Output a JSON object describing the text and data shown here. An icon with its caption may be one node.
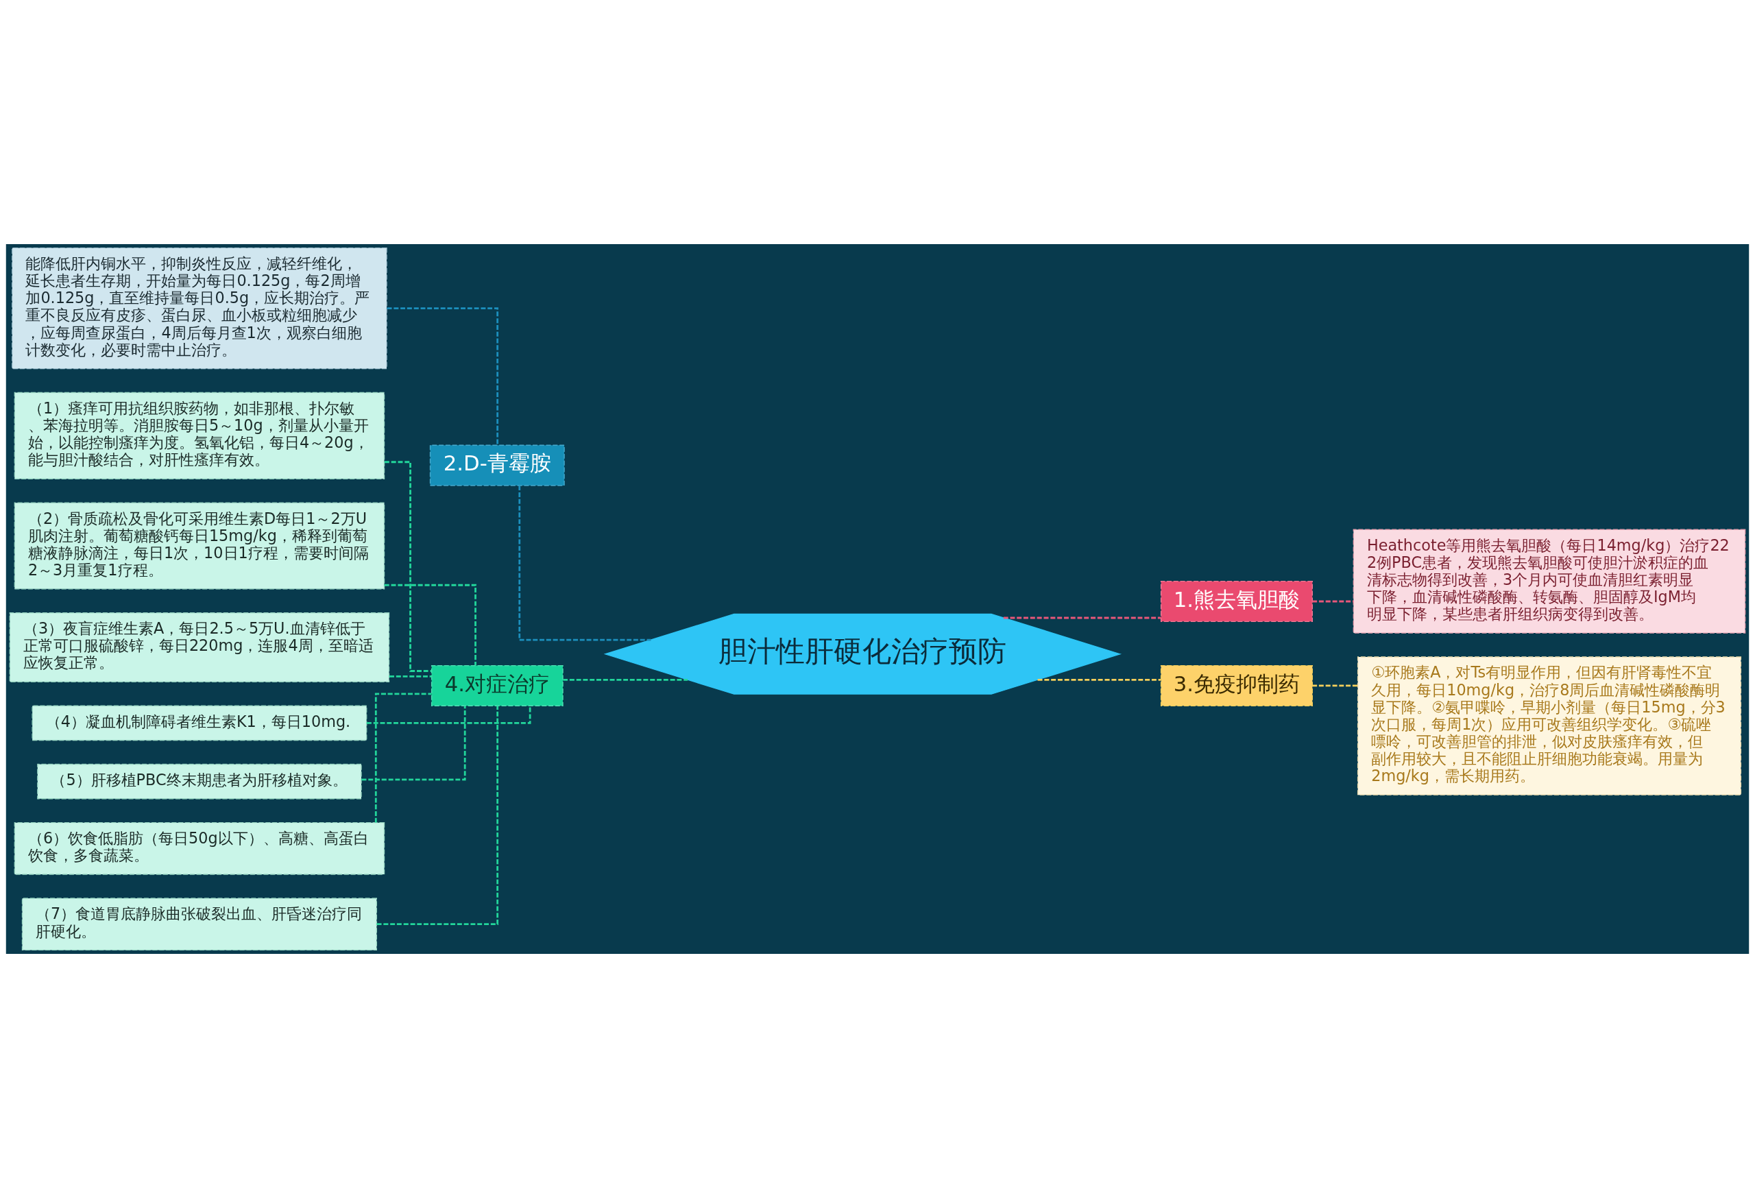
{
  "diagram": {
    "nodes": [
      {
        "text": [
          "胆汁性肝硬化治疗预防"
        ]
      },
      {
        "text": [
          "1.熊去氧胆酸"
        ]
      },
      {
        "text": [
          "Heathcote等用熊去氧胆酸（每日14mg/kg）治疗222例PBC患者，发现熊去氧胆酸可使胆汁淤积症的血清标志物得到改善，3个月内可使血清胆红素明显下降，血清碱性磷酸酶、转氨酶、胆固醇及IgM均明显下降，某些患者肝组织病变得到改善。"
        ]
      },
      {
        "text": [
          "3.免疫抑制药"
        ]
      },
      {
        "text": [
          "①环胞素A，对Ts有明显作用，但因有肝肾毒性不宜久用，每日10mg/kg，治疗8周后血清碱性磷酸酶明显下降。②氨甲喋呤，早期小剂量（每日15mg，分3次口服，每周1次）应用可改善组织学变化。③硫唑嘌呤，可改善胆管的排泄，似对皮肤瘙痒有效，但副作用较大，且不能阻止肝细胞功能衰竭。用量为2mg/kg，需长期用药。"
        ]
      },
      {
        "text": [
          "2.D-青霉胺"
        ]
      },
      {
        "text": [
          "能降低肝内铜水平，抑制炎性反应，减轻纤维化，延长患者生存期，开始量为每日0.125g，每2周增加0.125g，直至维持量每日0.5g，应长期治疗。严重不良反应有皮疹、蛋白尿、血小板或粒细胞减少，应每周查尿蛋白，4周后每月查1次，观察白细胞计数变化，必要时需中止治疗。"
        ]
      },
      {
        "text": [
          "4.对症治疗"
        ]
      },
      {
        "text": [
          "（1）瘙痒可用抗组织胺药物，如非那根、扑尔敏、苯海拉明等。消胆胺每日5～10g，剂量从小量开始，以能控制瘙痒为度。氢氧化铝，每日4～20g，能与胆汁酸结合，对肝性瘙痒有效。"
        ]
      },
      {
        "text": [
          "（2）骨质疏松及骨化可采用维生素D每日1～2万U肌肉注射。葡萄糖酸钙每日15mg/kg，稀释到葡萄糖液静脉滴注，每日1次，10日1疗程，需要时间隔2～3月重复1疗程。"
        ]
      },
      {
        "text": [
          "（3）夜盲症维生素A，每日2.5～5万U.血清锌低于正常可口服硫酸锌，每日220mg，连服4周，至暗适应恢复正常。"
        ]
      },
      {
        "text": [
          "（4）凝血机制障碍者维生素K1，每日10mg."
        ]
      },
      {
        "text": [
          "（5）肝移植PBC终末期患者为肝移植对象。"
        ]
      },
      {
        "text": [
          "（6）饮食低脂肪（每日50g以下）、高糖、高蛋白饮食，多食蔬菜。"
        ]
      },
      {
        "text": [
          "（7）食道胃底静脉曲张破裂出血、肝昏迷治疗同肝硬化。"
        ]
      }
    ],
    "edges": [
      {
        "from": 0,
        "to": 1,
        "arrow": "none",
        "style": "dashed",
        "color": "#e8577a"
      },
      {
        "from": 1,
        "to": 2,
        "arrow": "none",
        "style": "dashed",
        "color": "#e8577a"
      },
      {
        "from": 0,
        "to": 3,
        "arrow": "none",
        "style": "dashed",
        "color": "#f5cf5b"
      },
      {
        "from": 3,
        "to": 4,
        "arrow": "none",
        "style": "dashed",
        "color": "#f5cf5b"
      },
      {
        "from": 5,
        "to": 0,
        "arrow": "none",
        "style": "dashed",
        "color": "#1c8fbd"
      },
      {
        "from": 6,
        "to": 5,
        "arrow": "none",
        "style": "dashed",
        "color": "#1c8fbd"
      },
      {
        "from": 7,
        "to": 0,
        "arrow": "none",
        "style": "dashed",
        "color": "#22d69b"
      },
      {
        "from": 8,
        "to": 7,
        "arrow": "none",
        "style": "dashed",
        "color": "#22d69b"
      },
      {
        "from": 9,
        "to": 7,
        "arrow": "none",
        "style": "dashed",
        "color": "#22d69b"
      },
      {
        "from": 10,
        "to": 7,
        "arrow": "none",
        "style": "dashed",
        "color": "#22d69b"
      },
      {
        "from": 11,
        "to": 7,
        "arrow": "none",
        "style": "dashed",
        "color": "#22d69b"
      },
      {
        "from": 12,
        "to": 7,
        "arrow": "none",
        "style": "dashed",
        "color": "#22d69b"
      },
      {
        "from": 13,
        "to": 7,
        "arrow": "none",
        "style": "dashed",
        "color": "#22d69b"
      },
      {
        "from": 14,
        "to": 7,
        "arrow": "none",
        "style": "dashed",
        "color": "#22d69b"
      }
    ]
  }
}
